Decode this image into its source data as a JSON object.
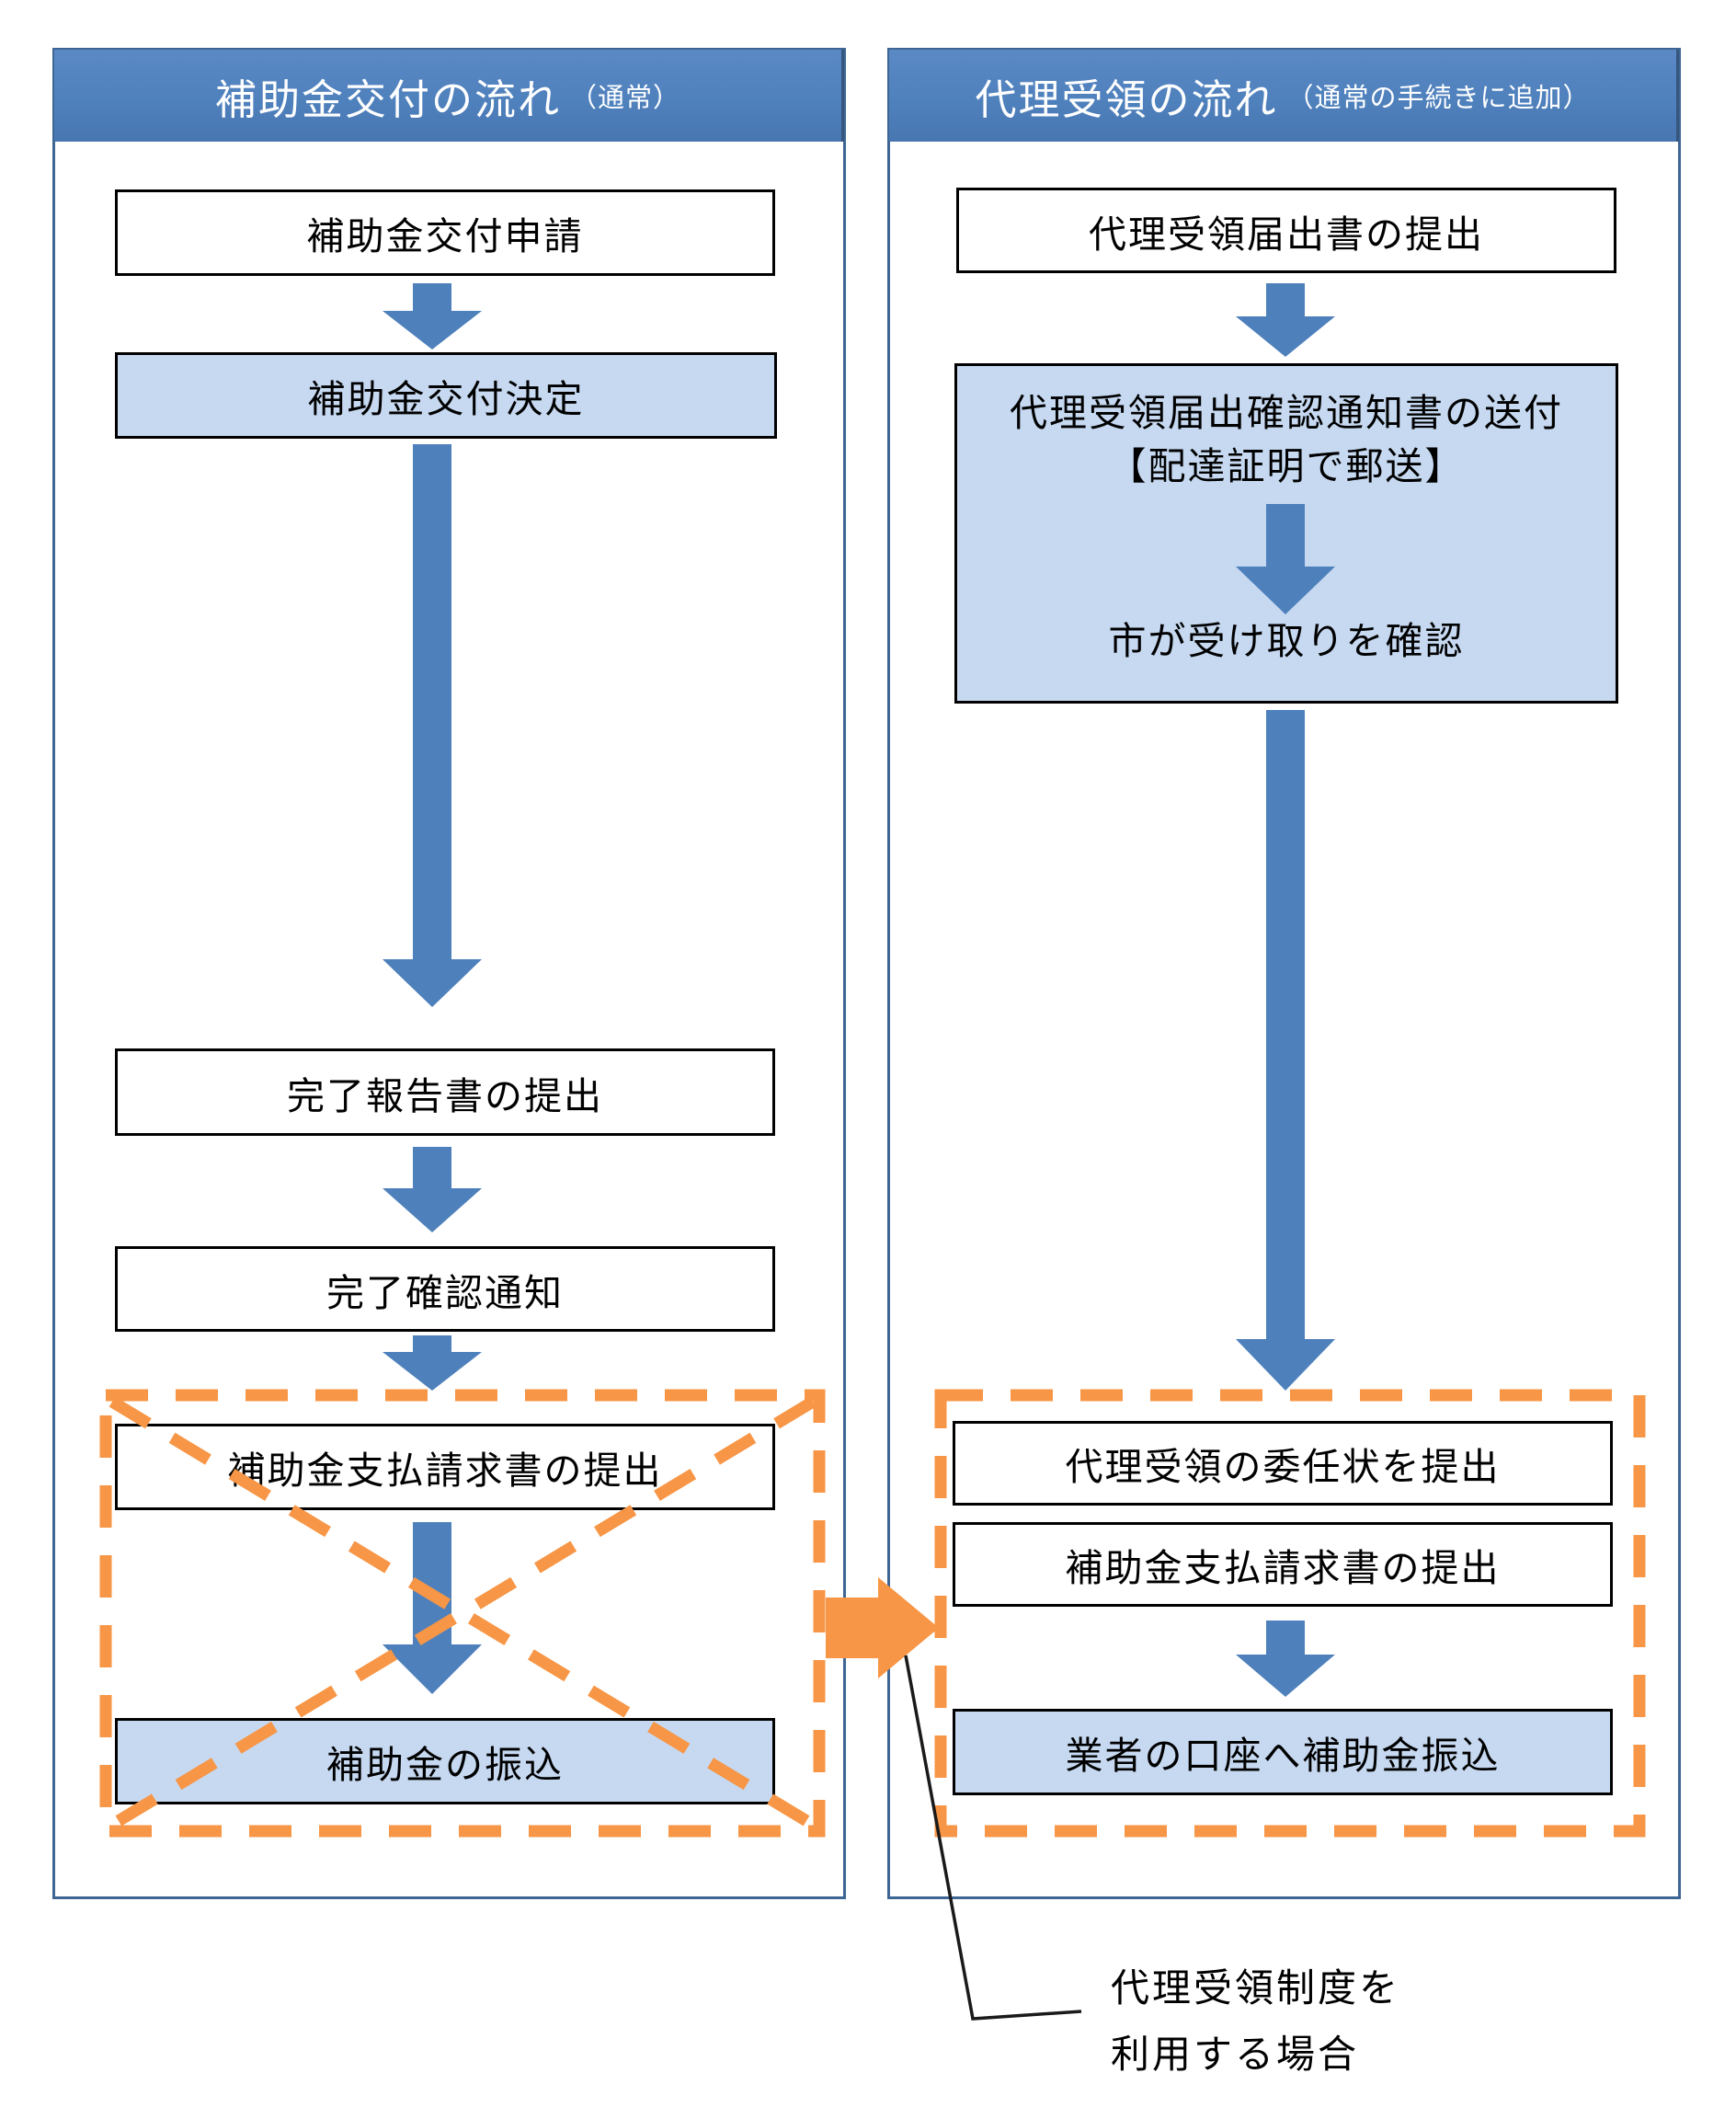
{
  "left_panel": {
    "title": "補助金交付の流れ",
    "title_note": "（通常）",
    "steps": [
      "補助金交付申請",
      "補助金交付決定",
      "完了報告書の提出",
      "完了確認通知",
      "補助金支払請求書の提出",
      "補助金の振込"
    ]
  },
  "right_panel": {
    "title": "代理受領の流れ",
    "title_note": "（通常の手続きに追加）",
    "step_notification": "代理受領届出書の提出",
    "notice_box": {
      "line1": "代理受領届出確認通知書の送付",
      "line2": "【配達証明で郵送】",
      "line3": "市が受け取りを確認"
    },
    "proxy_steps": [
      "代理受領の委任状を提出",
      "補助金支払請求書の提出",
      "業者の口座へ補助金振込"
    ]
  },
  "callout": {
    "text_line1": "代理受領制度を",
    "text_line2": "利用する場合"
  },
  "colors": {
    "header_blue": "#4F81BD",
    "panel_border_blue": "#3E6695",
    "light_blue_fill": "#C6D9F1",
    "arrow_blue": "#4E80BC",
    "accent_orange": "#F79646",
    "box_border_black": "#000000",
    "callout_line": "#1A1A1A"
  }
}
